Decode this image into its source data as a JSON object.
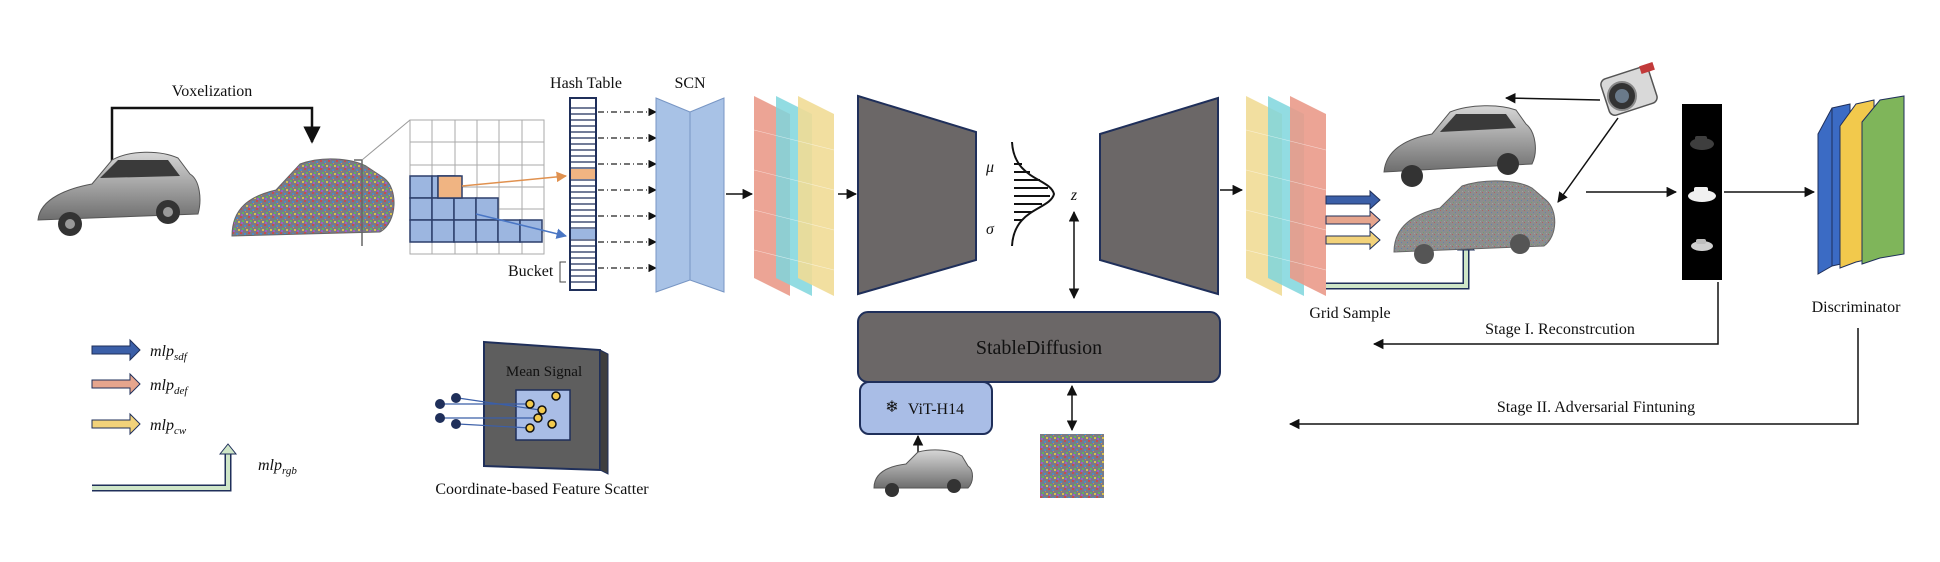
{
  "labels": {
    "voxelization": "Voxelization",
    "hash_table": "Hash Table",
    "scn": "SCN",
    "bucket": "Bucket",
    "mu": "μ",
    "sigma": "σ",
    "z": "z",
    "stable_diffusion": "StableDiffusion",
    "vit": "ViT-H14",
    "grid_sample": "Grid Sample",
    "stage1": "Stage I. Reconstrcution",
    "stage2": "Stage II. Adversarial Fintuning",
    "discriminator": "Discriminator",
    "mean_signal": "Mean Signal",
    "feature_scatter": "Coordinate-based Feature Scatter"
  },
  "legend": [
    {
      "id": "sdf",
      "base": "mlp",
      "sub": "sdf",
      "color": "#3b5fa8"
    },
    {
      "id": "def",
      "base": "mlp",
      "sub": "def",
      "color": "#e6a58d"
    },
    {
      "id": "cw",
      "base": "mlp",
      "sub": "cw",
      "color": "#f2d27a"
    },
    {
      "id": "rgb",
      "base": "mlp",
      "sub": "rgb",
      "color": "#cfe6c8"
    }
  ],
  "colors": {
    "voxel_blue": "#9cb6e0",
    "voxel_orange": "#f0b482",
    "encoder_gray": "#6b6767",
    "scn_blue": "#a8c2e6",
    "plane_red": "#ea9a8a",
    "plane_cyan": "#7fd6dd",
    "plane_yellow": "#f1dc96",
    "disc_blue": "#3b6bc4",
    "disc_yellow": "#f2c94c",
    "disc_green": "#7fb55a",
    "vit_blue": "#a9bde6"
  }
}
